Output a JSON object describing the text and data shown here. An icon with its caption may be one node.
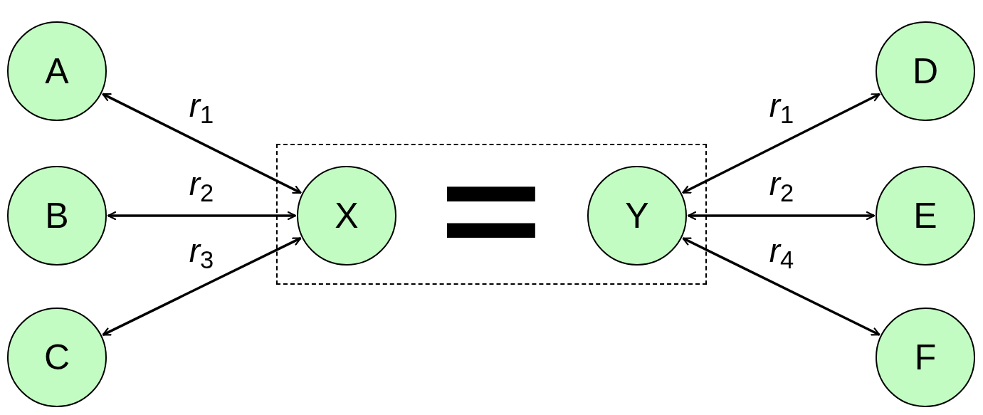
{
  "diagram": {
    "nodes": [
      {
        "text": [
          "A"
        ]
      },
      {
        "text": [
          "B"
        ]
      },
      {
        "text": [
          "C"
        ]
      },
      {
        "text": [],
        "shape": "box"
      },
      {
        "text": [
          "X"
        ],
        "in": 3
      },
      {
        "text": [
          "Y"
        ],
        "in": 3
      },
      {
        "text": [
          "D"
        ]
      },
      {
        "text": [
          "E"
        ]
      },
      {
        "text": [
          "F"
        ]
      }
    ],
    "edges": [
      {
        "from": 0,
        "to": 4,
        "arrow": "both",
        "label": "*r*$_{1}$"
      },
      {
        "from": 1,
        "to": 4,
        "arrow": "both",
        "label": "*r*$_{2}$"
      },
      {
        "from": 2,
        "to": 4,
        "arrow": "both",
        "label": "*r*$_{3}$"
      },
      {
        "from": 5,
        "to": 6,
        "arrow": "both",
        "label": "*r*$_{1}$"
      },
      {
        "from": 5,
        "to": 7,
        "arrow": "both",
        "label": "*r*$_{2}$"
      },
      {
        "from": 5,
        "to": 8,
        "arrow": "both",
        "label": "*r*$_{4}$"
      }
    ],
    "labels": [
      "="
    ]
  }
}
